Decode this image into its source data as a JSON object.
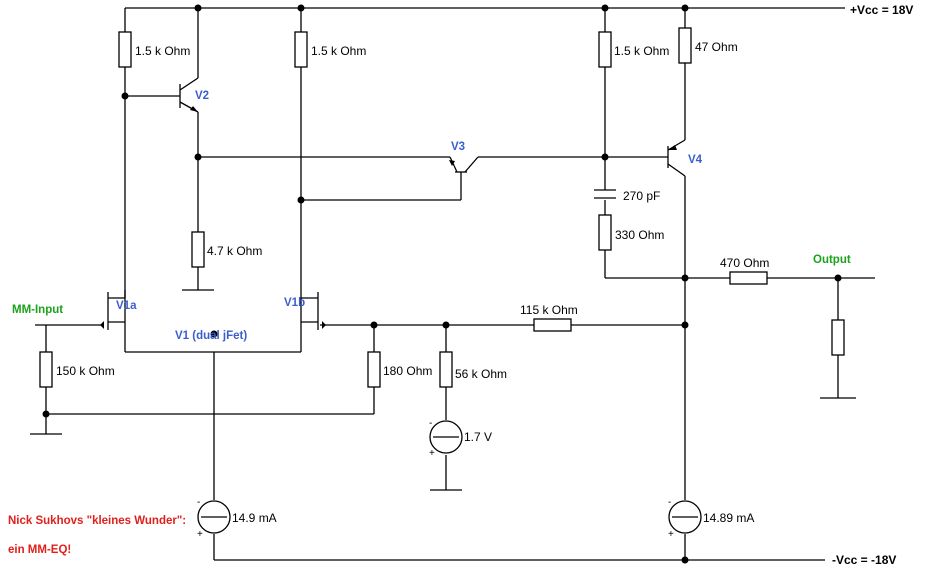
{
  "rails": {
    "vcc_pos": "+Vcc = 18V",
    "vcc_neg": "-Vcc = -18V"
  },
  "transistors": {
    "v1a": "V1a",
    "v1b": "V1b",
    "v1": "V1 (dual jFet)",
    "v2": "V2",
    "v3": "V3",
    "v4": "V4"
  },
  "resistors": {
    "r1": "1.5 k Ohm",
    "r2": "1.5 k Ohm",
    "r3": "1.5 k Ohm",
    "r4": "47  Ohm",
    "r5": "4.7 k Ohm",
    "r6": "330  Ohm",
    "r7": "470  Ohm",
    "r8": "115 k Ohm",
    "r9": "150 k Ohm",
    "r10": "180  Ohm",
    "r11": "56 k Ohm"
  },
  "capacitor": "270 pF",
  "sources": {
    "v_bias": "1.7 V",
    "i1": "14.9 mA",
    "i2": "14.89 mA"
  },
  "labels": {
    "input": "MM-Input",
    "output": "Output",
    "note1": "Nick Sukhovs \"kleines Wunder\":",
    "note2": "ein MM-EQ!"
  },
  "colors": {
    "transistor_labels": "#3a5fcd",
    "io_labels": "#1aa31a",
    "note": "#e0201c"
  }
}
